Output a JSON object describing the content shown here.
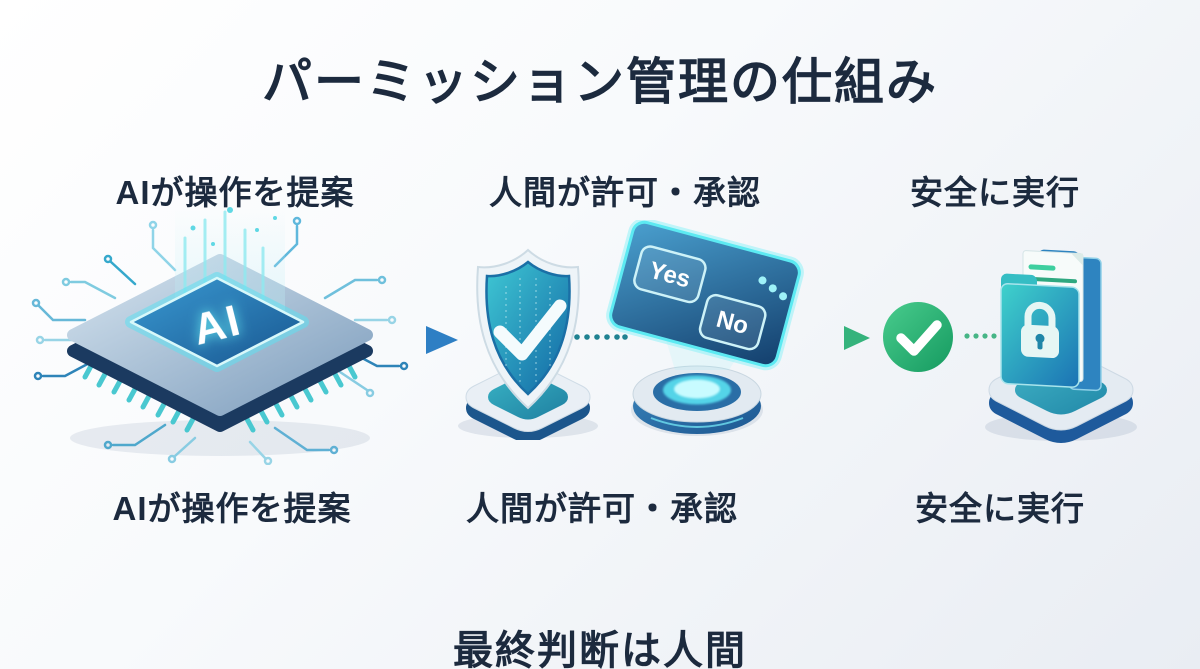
{
  "title": "パーミッション管理の仕組み",
  "footer": "最終判断は人間",
  "chip_label": "AI",
  "dialog": {
    "yes_label": "Yes",
    "no_label": "No"
  },
  "steps": [
    {
      "id": 1,
      "top_label": "AIが操作を提案",
      "bottom_label": "AIが操作を提案",
      "icon": "ai-chip-icon"
    },
    {
      "id": 2,
      "top_label": "人間が許可・承認",
      "bottom_label": "人間が許可・承認",
      "icon": "shield-check-and-yes-no-dialog-icon"
    },
    {
      "id": 3,
      "top_label": "安全に実行",
      "bottom_label": "安全に実行",
      "icon": "approved-check-and-locked-folder-icon"
    }
  ],
  "icons": {
    "step1": "ai-chip-icon",
    "step2_shield": "shield-check-icon",
    "step2_dialog": "yes-no-dialog-icon",
    "step2_projector": "hologram-projector-icon",
    "step3_check": "approved-check-icon",
    "step3_folder": "locked-folder-icon",
    "connector1": "arrow-right-icon",
    "connector2": "arrow-right-icon",
    "separator": "dotted-line"
  },
  "colors": {
    "background_start": "#ffffff",
    "background_end": "#e9edf3",
    "title_text": "#1c2a3e",
    "accent_blue": "#2e7fc4",
    "accent_teal": "#35c1c9",
    "accent_cyan_glow": "#5fe0f0",
    "accent_green": "#35b37c",
    "check_green": "#2fb673"
  }
}
